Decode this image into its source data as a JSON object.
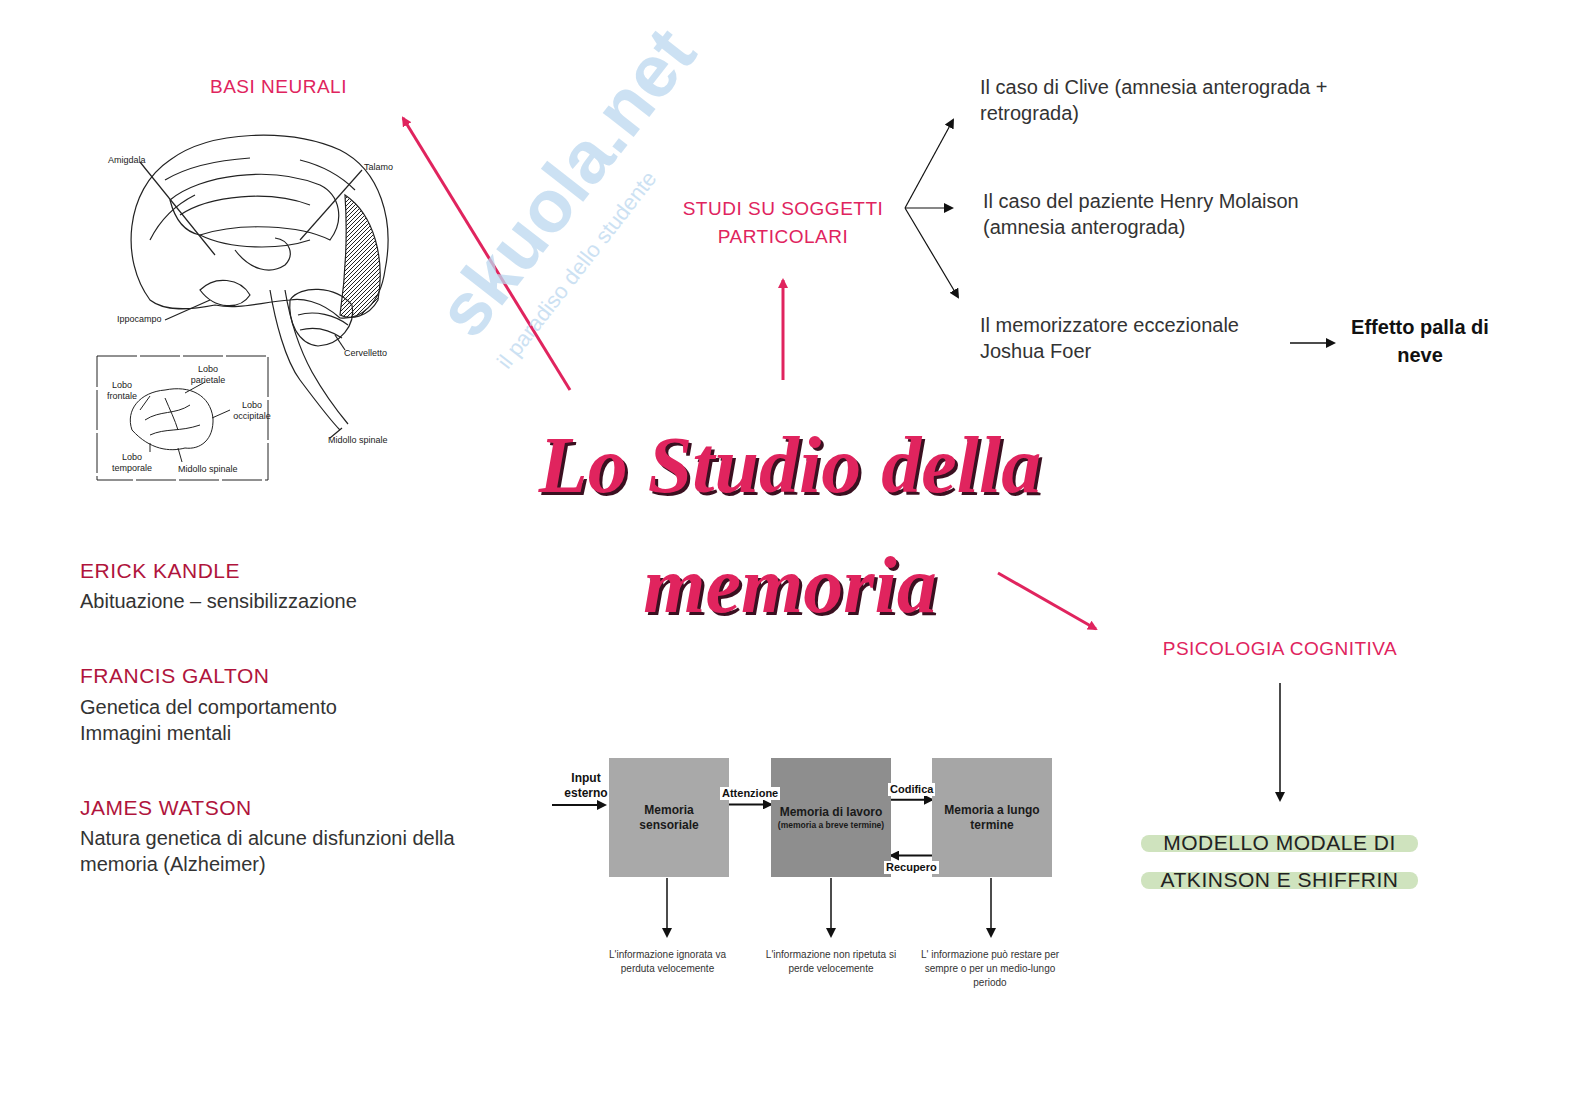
{
  "diagram": {
    "title": "Lo Studio della memoria",
    "nodes": [
      {
        "text": [
          "Memoria sensoriale"
        ]
      },
      {
        "text": [
          "Memoria di lavoro",
          "(memoria a breve termine)"
        ]
      },
      {
        "text": [
          "Memoria a lungo termine"
        ]
      },
      {
        "text": [
          "MODELLO MODALE DI ATKINSON E SHIFFRIN"
        ]
      }
    ],
    "edges": [
      {
        "from": 0,
        "to": 1,
        "label": "Attenzione",
        "arrow": "to"
      },
      {
        "from": 1,
        "to": 2,
        "label": "Codifica",
        "arrow": "to"
      },
      {
        "from": 2,
        "to": 1,
        "label": "Recupero",
        "arrow": "to"
      }
    ],
    "labels": [
      "BASI NEURALI",
      "Amigdala",
      "Talamo",
      "Ippocampo",
      "Cervelletto",
      "Midollo spinale",
      "Lobo parietale",
      "Lobo frontale",
      "Lobo occipitale",
      "Lobo temporale",
      "Midollo spinale",
      "skuola.net",
      "il paradiso dello studente",
      "STUDI SU SOGGETTI PARTICOLARI",
      "Il caso di Clive (amnesia anterograda + retrograda)",
      "Il caso del paziente Henry Molaison (amnesia anterograda)",
      "Il memorizzatore eccezionale Joshua Foer",
      "Effetto palla di neve",
      "ERICK KANDLE",
      "Abituazione – sensibilizzazione",
      "FRANCIS GALTON",
      "Genetica del comportamento",
      "Immagini mentali",
      "JAMES WATSON",
      "Natura genetica di alcune disfunzioni della memoria (Alzheimer)",
      "PSICOLOGIA COGNITIVA",
      "Input esterno",
      "L'informazione ignorata va perduta velocemente",
      "L'informazione non ripetuta si perde velocemente",
      "L' informazione può restare per sempre o per un medio-lungo periodo"
    ]
  }
}
